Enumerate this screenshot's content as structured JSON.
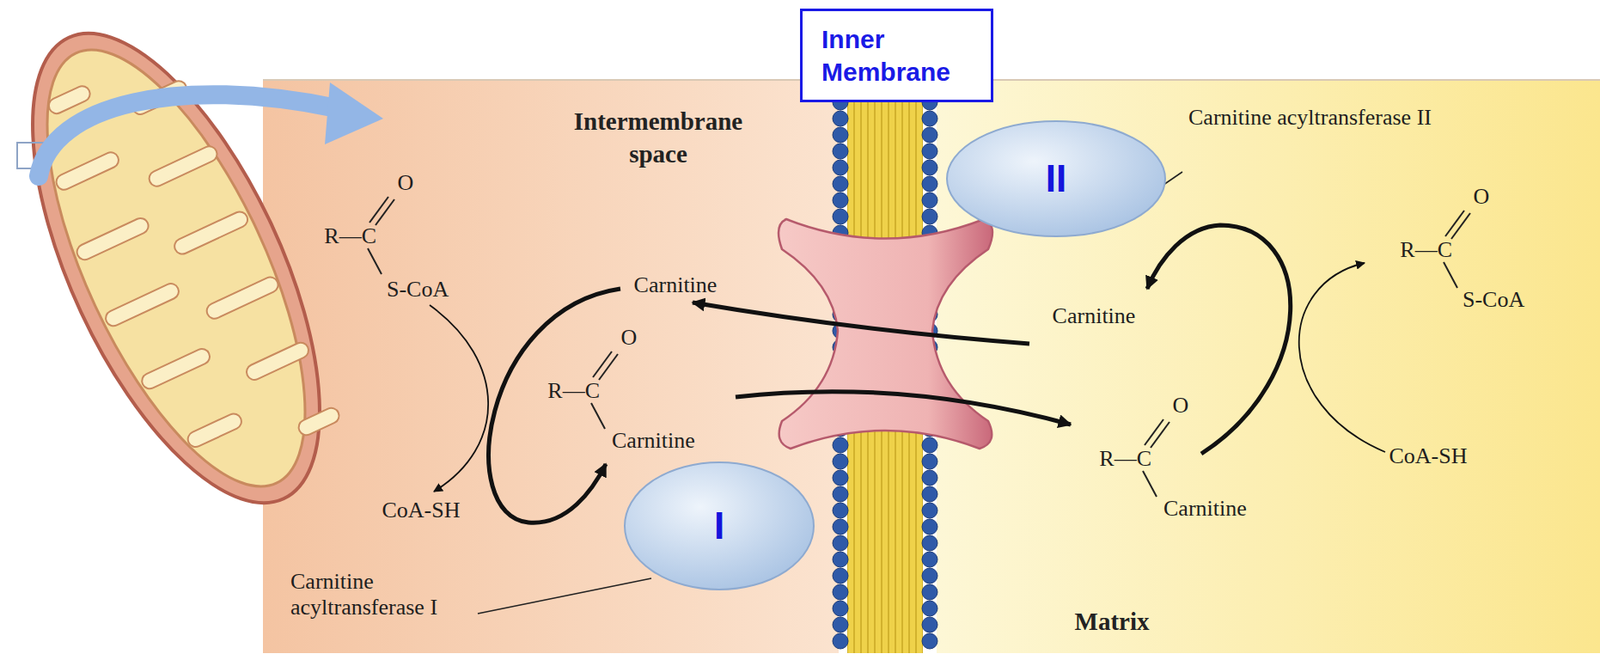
{
  "diagram": {
    "nodes": [
      {
        "text": [
          "Inner Membrane"
        ]
      },
      {
        "text": [
          "Intermembrane space"
        ]
      },
      {
        "text": [
          "II"
        ]
      },
      {
        "text": [
          "I"
        ]
      },
      {
        "text": [
          "Matrix"
        ]
      }
    ],
    "labels": [
      "R—C",
      "O",
      "S-CoA",
      "Carnitine",
      "R—C",
      "O",
      "Carnitine",
      "CoA-SH",
      "Carnitine acyltransferase I",
      "Carnitine acyltransferase II",
      "Carnitine",
      "R—C",
      "O",
      "S-CoA",
      "R—C",
      "O",
      "Carnitine",
      "CoA-SH"
    ]
  }
}
